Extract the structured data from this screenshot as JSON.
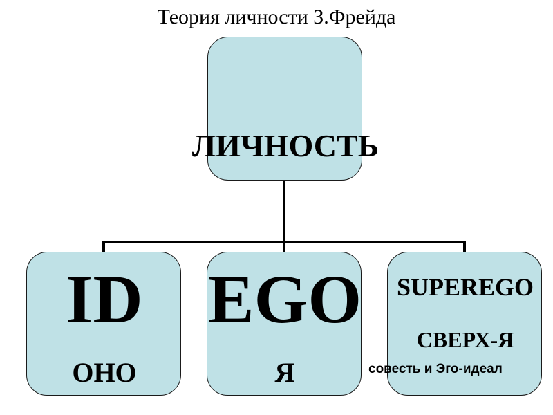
{
  "title": "Теория личности З.Фрейда",
  "root": {
    "label": "ЛИЧНОСТЬ"
  },
  "children": [
    {
      "label": "ID",
      "sublabel": "ОНО"
    },
    {
      "label": "EGO",
      "sublabel": "Я"
    },
    {
      "label": "SUPEREGO",
      "sublabel": "СВЕРХ-Я",
      "description": "совесть и Эго-идеал"
    }
  ],
  "colors": {
    "box_fill": "#bfe1e6",
    "border": "#1a1a1a",
    "connector": "#000000"
  }
}
